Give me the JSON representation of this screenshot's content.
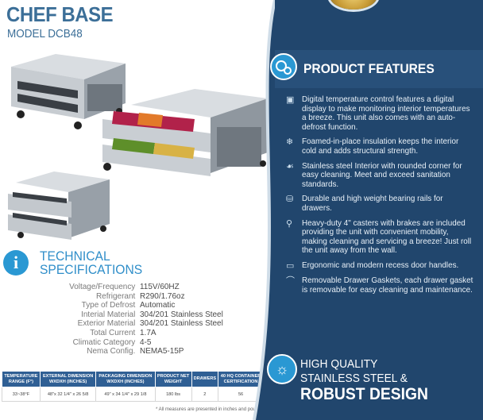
{
  "header": {
    "title": "CHEF BASE",
    "model": "MODEL DCB48"
  },
  "technical": {
    "title_line1": "TECHNICAL",
    "title_line2": "SPECIFICATIONS",
    "specs": [
      {
        "label": "Voltage/Frequency",
        "value": "115V/60HZ"
      },
      {
        "label": "Refrigerant",
        "value": "R290/1.76oz"
      },
      {
        "label": "Type of Defrost",
        "value": "Automatic"
      },
      {
        "label": "Interial Material",
        "value": "304/201 Stainless Steel"
      },
      {
        "label": "Exterior Material",
        "value": "304/201 Stainless Steel"
      },
      {
        "label": "Total Current",
        "value": "1.7A"
      },
      {
        "label": "Climatic Category",
        "value": "4-5"
      },
      {
        "label": "Nema Config.",
        "value": "NEMA5-15P"
      }
    ]
  },
  "dimensions_table": {
    "headers": [
      [
        "TEMPERATURE",
        "RANGE (F°)"
      ],
      [
        "EXTERNAL DIMENSION",
        "WXDXH (INCHES)"
      ],
      [
        "PACKAGING DIMENSION",
        "WXDXH (INCHES)"
      ],
      [
        "PRODUCT NET",
        "WEIGHT"
      ],
      [
        "DRAWERS",
        ""
      ],
      [
        "40 HQ CONTAINER",
        "CERTIFICATION"
      ]
    ],
    "row": [
      "33~38°F",
      "48\"x 32 1/4\" x 26 5/8",
      "49\" x 34 1/4\" x 29 1/8",
      "180 lbs",
      "2",
      "56"
    ]
  },
  "footnote": "* All measures are presented in inches and pounds",
  "features": {
    "title": "PRODUCT FEATURES",
    "items": [
      {
        "icon": "digital-display-icon",
        "text": "Digital temperature control features a digital display to make monitoring interior temperatures a breeze. This unit also comes with an auto-defrost function."
      },
      {
        "icon": "snowflake-icon",
        "text": "Foamed-in-place insulation keeps the interior cold and adds structural strength."
      },
      {
        "icon": "cleaning-hand-icon",
        "text": "Stainless steel Interior with rounded corner for easy cleaning.  Meet and exceed sanitation standards."
      },
      {
        "icon": "weight-icon",
        "text": "Durable and high weight bearing rails for drawers."
      },
      {
        "icon": "caster-icon",
        "text": "Heavy-duty 4\" casters with brakes are included providing the unit with convenient mobility, making cleaning and servicing a breeze! Just roll the unit away from the wall."
      },
      {
        "icon": "handle-icon",
        "text": "Ergonomic and modern recess door handles."
      },
      {
        "icon": "gasket-icon",
        "text": "Removable Drawer Gaskets, each drawer gasket is removable for easy cleaning and maintenance."
      }
    ]
  },
  "quality": {
    "line1": "HIGH QUALITY",
    "line2": "STAINLESS STEEL &",
    "line3": "ROBUST DESIGN"
  },
  "colors": {
    "brand_blue": "#3c6f98",
    "panel_navy": "#21466d",
    "accent": "#2a98d3"
  }
}
